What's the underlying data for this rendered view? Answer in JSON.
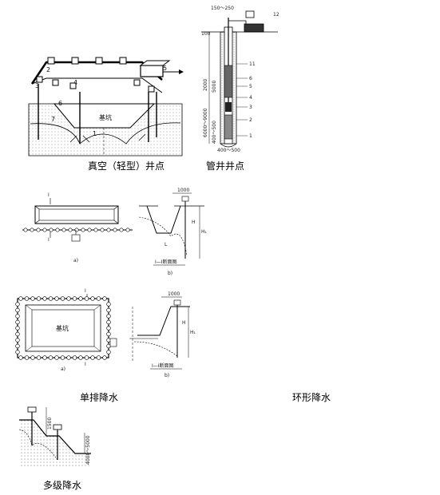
{
  "captions": {
    "vacuum_wellpoint": "真空（轻型）井点",
    "tube_well": "管井井点",
    "single_row": "单排降水",
    "ring": "环形降水",
    "multi_stage": "多级降水"
  },
  "vacuum_labels": {
    "pit": "基坑",
    "n1": "1",
    "n2": "2",
    "n3": "3",
    "n4": "4",
    "n5": "5",
    "n6": "6",
    "n7": "7"
  },
  "tube_well_labels": {
    "top_dims": "150～250",
    "right_tag": "12",
    "left_values": [
      "100",
      "2000",
      "5000",
      "6000～9000",
      "400～500"
    ],
    "right_values": [
      "11",
      "6",
      "5",
      "4",
      "3",
      "2",
      "1"
    ],
    "bottom_dim": "400～500"
  },
  "single_row_labels": {
    "sub_a": "a)",
    "sub_b": "b)",
    "section": "Ⅰ—Ⅰ断面图",
    "roman": "Ⅰ",
    "top_dim": "1000",
    "h1": "H",
    "h2": "H₁",
    "bottom_l": "L"
  },
  "ring_labels": {
    "pit": "基坑",
    "sub_a": "a)",
    "sub_b": "b)",
    "section": "Ⅰ—Ⅰ断面图",
    "roman": "Ⅰ",
    "top_dim": "1000",
    "h1": "H",
    "h2": "H₁"
  },
  "multi_stage_labels": {
    "dim1": "1500",
    "dim2": "4000～5000"
  }
}
